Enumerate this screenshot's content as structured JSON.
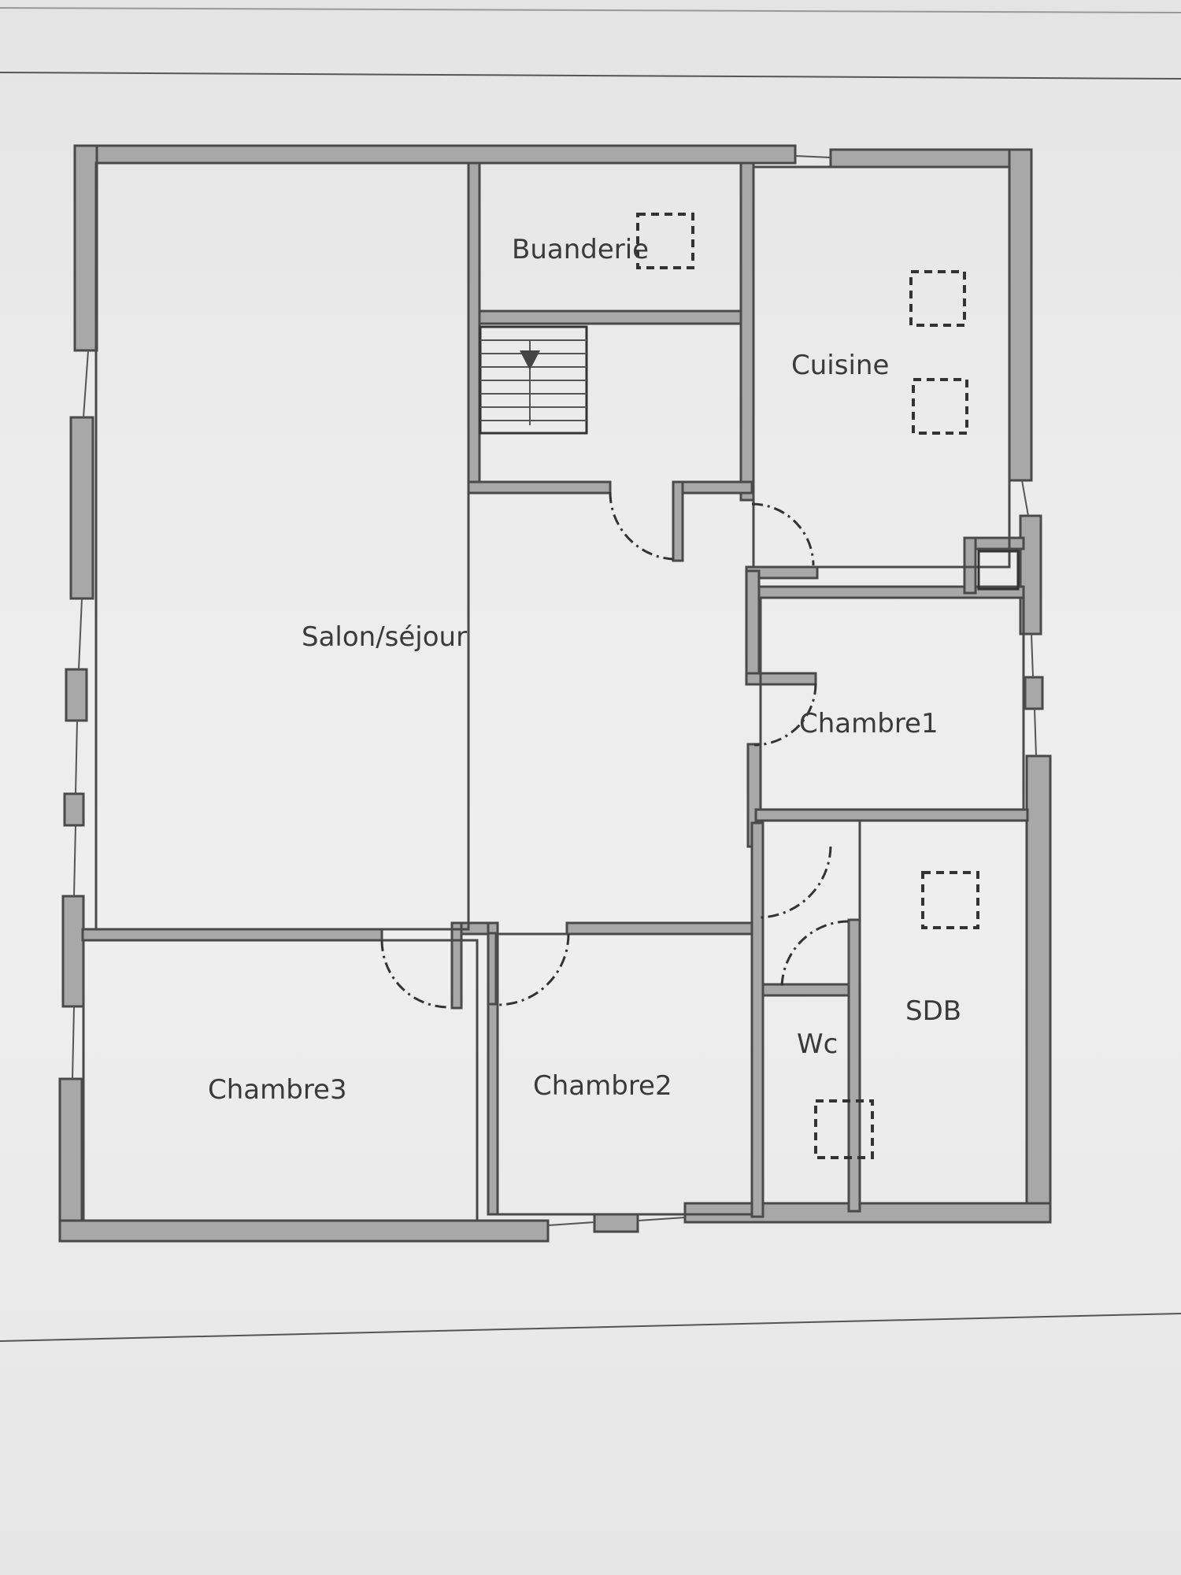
{
  "rooms": {
    "buanderie": "Buanderie",
    "cuisine": "Cuisine",
    "salon": "Salon/séjour",
    "chambre1": "Chambre1",
    "chambre2": "Chambre2",
    "chambre3": "Chambre3",
    "wc": "Wc",
    "sdb": "SDB"
  },
  "colors": {
    "wall_fill": "#a8a8a8",
    "line": "#4a4a4a",
    "text": "#3a3a3a"
  }
}
